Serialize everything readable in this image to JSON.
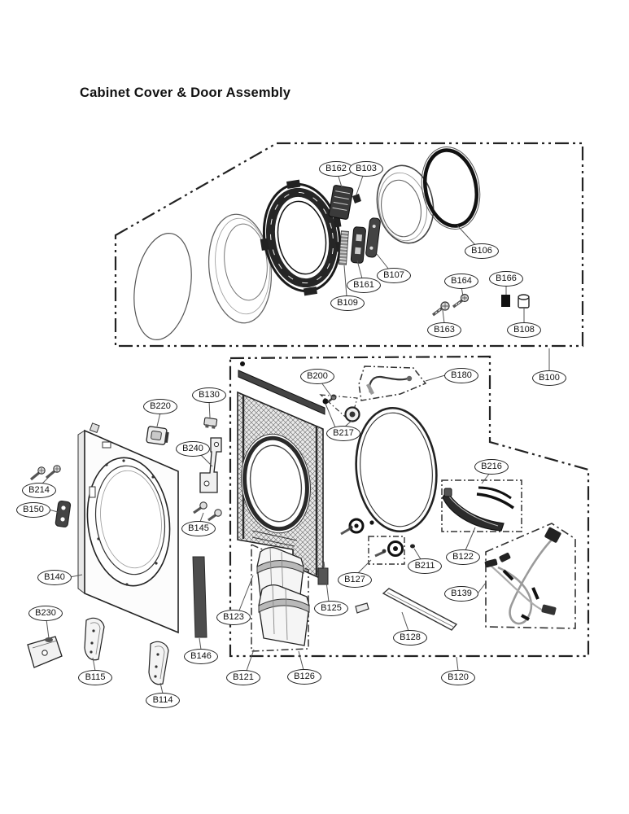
{
  "title": "Cabinet Cover & Door Assembly",
  "diagram": {
    "type": "exploded-parts-diagram",
    "labels": [
      "B162",
      "B103",
      "B106",
      "B107",
      "B161",
      "B109",
      "B164",
      "B166",
      "B163",
      "B108",
      "B100",
      "B200",
      "B180",
      "B217",
      "B220",
      "B130",
      "B240",
      "B214",
      "B150",
      "B145",
      "B140",
      "B230",
      "B115",
      "B114",
      "B146",
      "B123",
      "B125",
      "B121",
      "B126",
      "B127",
      "B211",
      "B122",
      "B216",
      "B139",
      "B128",
      "B120"
    ]
  },
  "colors": {
    "line": "#1a1a1a",
    "background": "#ffffff",
    "dark_part": "#2b2b2b"
  }
}
